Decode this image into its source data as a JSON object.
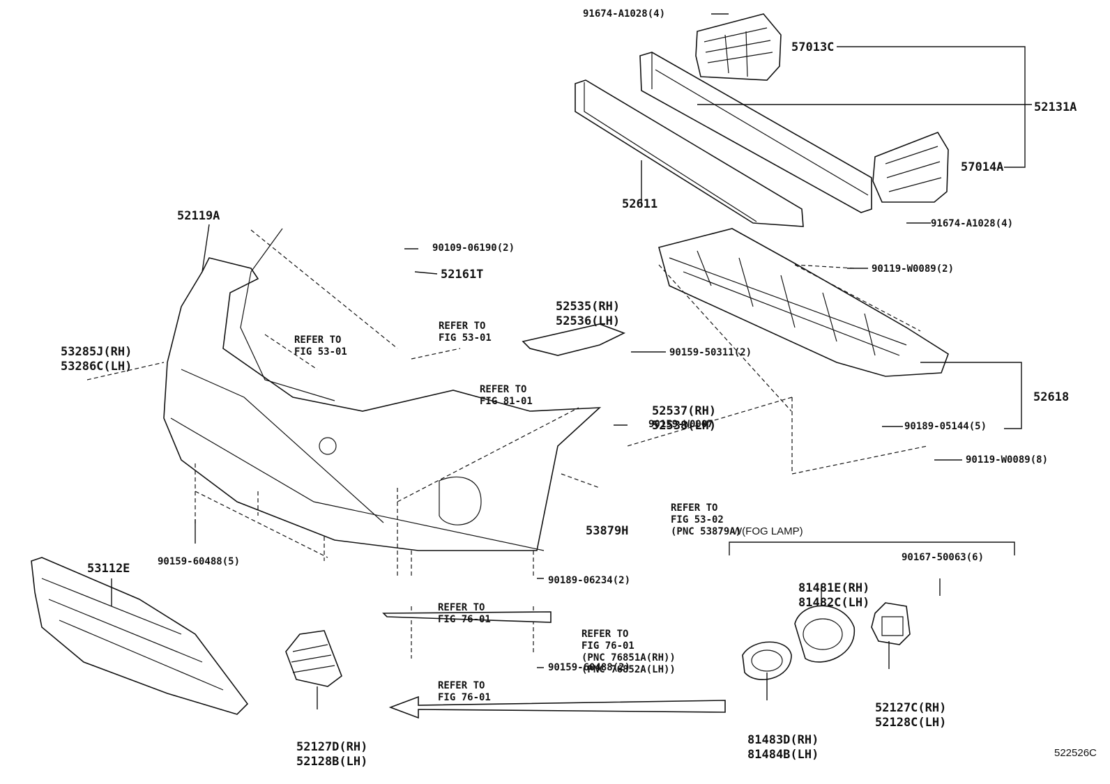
{
  "labels": {
    "p57013c": "57013C",
    "p52131a": "52131A",
    "p57014a": "57014A",
    "p52611": "52611",
    "p52618": "52618",
    "p52119a": "52119A",
    "p52161t": "52161T",
    "p53879h": "53879H",
    "p53112e": "53112E",
    "b91674_top": "91674-A1028(4)",
    "b91674_bot": "91674-A1028(4)",
    "b90109": "90109-06190(2)",
    "b90119_top": "90119-W0089(2)",
    "b90119_bot": "90119-W0089(8)",
    "b90159_50311": "90159-50311(2)",
    "b90159_w0007": "90159-W0007",
    "b90189_05144": "90189-05144(5)",
    "b90159_60488_left": "90159-60488(5)",
    "b90189_06234": "90189-06234(2)",
    "b90159_60488_right": "90159-60488(2)",
    "b90167": "90167-50063(6)",
    "p52535_rh": "52535(RH)",
    "p52536_lh": "52536(LH)",
    "p52537_rh": "52537(RH)",
    "p52538_lh": "52538(LH)",
    "p53285_rh": "53285J(RH)",
    "p53286_lh": "53286C(LH)",
    "p81481_rh": "81481E(RH)",
    "p81482_lh": "81482C(LH)",
    "p81483_rh": "81483D(RH)",
    "p81484_lh": "81484B(LH)",
    "p52127c_rh": "52127C(RH)",
    "p52128c_lh": "52128C(LH)",
    "p52127d_rh": "52127D(RH)",
    "p52128b_lh": "52128B(LH)",
    "fog_lamp": "W(FOG LAMP)",
    "figure_id": "522526C"
  },
  "refers": {
    "r1_l1": "REFER TO",
    "r1_l2": "FIG 53-01",
    "r2_l1": "REFER TO",
    "r2_l2": "FIG 53-01",
    "r3_l1": "REFER TO",
    "r3_l2": "FIG 81-01",
    "r4_l1": "REFER TO",
    "r4_l2": "FIG 53-02",
    "r4_l3": "(PNC 53879A)",
    "r5_l1": "REFER TO",
    "r5_l2": "FIG 76-01",
    "r6_l1": "REFER TO",
    "r6_l2": "FIG 76-01",
    "r6_l3": "(PNC 76851A(RH))",
    "r6_l4": "(PNC 76852A(LH))",
    "r7_l1": "REFER TO",
    "r7_l2": "FIG 76-01"
  }
}
